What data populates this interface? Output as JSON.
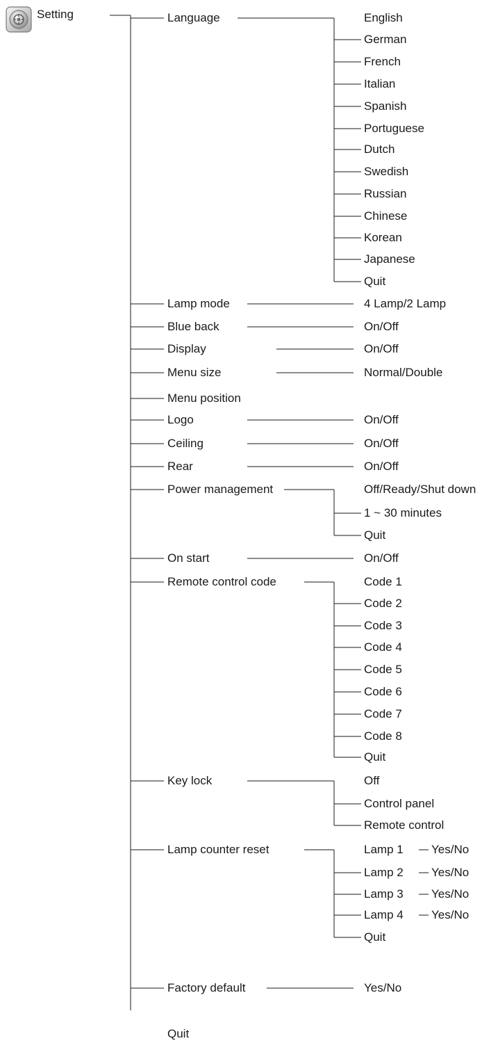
{
  "root": {
    "label": "Setting",
    "icon": "settings-disc-icon"
  },
  "menu": [
    {
      "label": "Language",
      "options": [
        "English",
        "German",
        "French",
        "Italian",
        "Spanish",
        "Portuguese",
        "Dutch",
        "Swedish",
        "Russian",
        "Chinese",
        "Korean",
        "Japanese",
        "Quit"
      ]
    },
    {
      "label": "Lamp mode",
      "options": [
        "4 Lamp/2 Lamp"
      ]
    },
    {
      "label": "Blue back",
      "options": [
        "On/Off"
      ]
    },
    {
      "label": "Display",
      "options": [
        "On/Off"
      ]
    },
    {
      "label": "Menu size",
      "options": [
        "Normal/Double"
      ]
    },
    {
      "label": "Menu position",
      "options": []
    },
    {
      "label": "Logo",
      "options": [
        "On/Off"
      ]
    },
    {
      "label": "Ceiling",
      "options": [
        "On/Off"
      ]
    },
    {
      "label": "Rear",
      "options": [
        "On/Off"
      ]
    },
    {
      "label": "Power management",
      "options": [
        "Off/Ready/Shut down",
        "1 ~ 30 minutes",
        "Quit"
      ]
    },
    {
      "label": "On start",
      "options": [
        "On/Off"
      ]
    },
    {
      "label": "Remote control code",
      "options": [
        "Code 1",
        "Code 2",
        "Code 3",
        "Code 4",
        "Code 5",
        "Code 6",
        "Code 7",
        "Code 8",
        "Quit"
      ]
    },
    {
      "label": "Key lock",
      "options": [
        "Off",
        "Control panel",
        "Remote control"
      ]
    },
    {
      "label": "Lamp counter reset",
      "options": [
        "Lamp 1",
        "Lamp 2",
        "Lamp 3",
        "Lamp 4",
        "Quit"
      ],
      "sub_option": "Yes/No"
    },
    {
      "label": "Factory default",
      "options": [
        "Yes/No"
      ]
    },
    {
      "label": "Quit",
      "options": []
    }
  ]
}
